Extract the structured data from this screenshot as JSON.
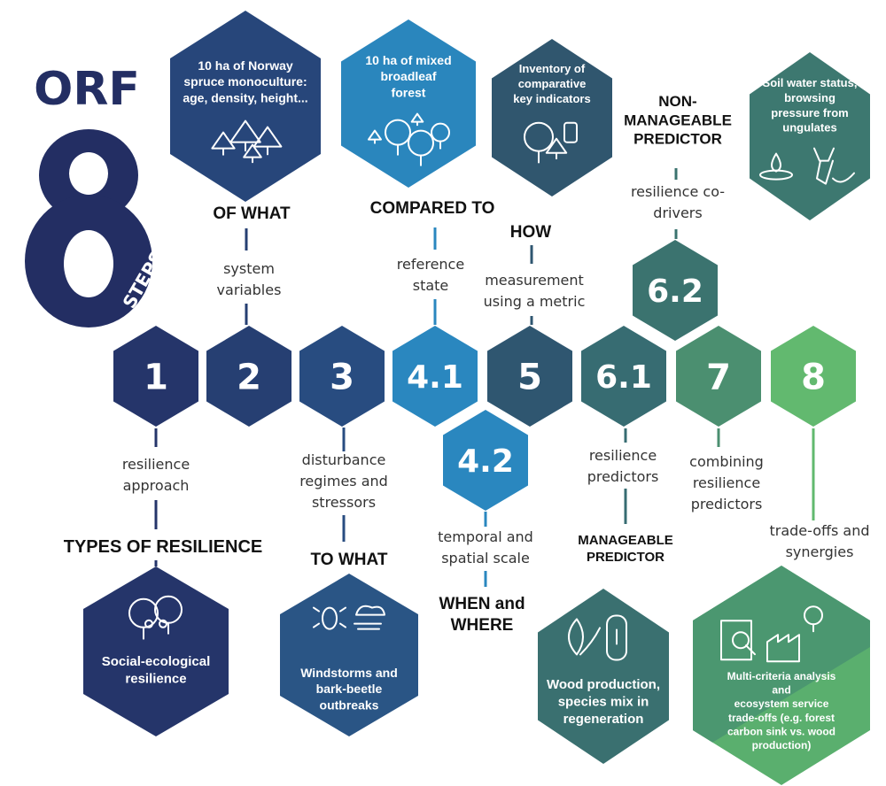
{
  "title": {
    "orf": "ORF",
    "eight": "8",
    "steps": "STEPS",
    "color": "#232e63"
  },
  "steps": [
    {
      "id": "1",
      "label": "1",
      "color": "#25356a",
      "desc": [
        "resilience",
        "approach"
      ],
      "heading": [
        "TYPES OF RESILIENCE"
      ],
      "box": [
        "Social-ecological",
        "resilience"
      ],
      "box_color": "#25356a",
      "icon": "people-trees-icon"
    },
    {
      "id": "2",
      "label": "2",
      "color": "#263f72",
      "desc": [
        "system",
        "variables"
      ],
      "heading": [
        "OF WHAT"
      ],
      "box": [
        "10 ha of Norway",
        "spruce monoculture:",
        "age, density, height..."
      ],
      "box_color": "#27467a",
      "icon": "conifer-trees-icon"
    },
    {
      "id": "3",
      "label": "3",
      "color": "#284c80",
      "desc": [
        "disturbance",
        "regimes and",
        "stressors"
      ],
      "heading": [
        "TO WHAT"
      ],
      "box": [
        "Windstorms and",
        "bark-beetle",
        "outbreaks"
      ],
      "box_color": "#2a5585",
      "icon": "beetle-wind-icon"
    },
    {
      "id": "4.1",
      "label": "4.1",
      "color": "#2a87bf",
      "desc": [
        "reference",
        "state"
      ],
      "heading": [
        "COMPARED TO"
      ],
      "box": [
        "10 ha of mixed",
        "broadleaf",
        "forest"
      ],
      "box_color": "#2a86bd",
      "icon": "broadleaf-trees-icon"
    },
    {
      "id": "4.2",
      "label": "4.2",
      "color": "#2a87bf",
      "desc": [
        "temporal and",
        "spatial scale"
      ],
      "heading": [
        "WHEN and",
        "WHERE"
      ]
    },
    {
      "id": "5",
      "label": "5",
      "color": "#2f5670",
      "desc": [
        "measurement",
        "using a metric"
      ],
      "heading": [
        "HOW"
      ],
      "box": [
        "Inventory of",
        "comparative",
        "key indicators"
      ],
      "box_color": "#30566e",
      "icon": "tree-glove-icon"
    },
    {
      "id": "6.1",
      "label": "6.1",
      "color": "#376c72",
      "desc": [
        "resilience",
        "predictors"
      ],
      "heading": [
        "MANAGEABLE",
        "PREDICTOR"
      ],
      "box": [
        "Wood production,",
        "species mix in",
        "regeneration"
      ],
      "box_color": "#3a7070",
      "icon": "leaf-log-icon"
    },
    {
      "id": "6.2",
      "label": "6.2",
      "color": "#3b736f",
      "desc": [
        "resilience co-",
        "drivers"
      ],
      "heading": [
        "NON-",
        "MANAGEABLE",
        "PREDICTOR"
      ],
      "box": [
        "Soil water status,",
        "browsing",
        "pressure from",
        "ungulates"
      ],
      "box_color": "#3d7870",
      "icon": "water-deer-icon"
    },
    {
      "id": "7",
      "label": "7",
      "color": "#4b8f70",
      "desc": [
        "combining",
        "resilience",
        "predictors"
      ]
    },
    {
      "id": "8",
      "label": "8",
      "color": "#62b96f",
      "desc": [
        "trade-offs and",
        "synergies"
      ],
      "box": [
        "Multi-criteria analysis",
        "and",
        "ecosystem service",
        "trade-offs (e.g. forest",
        "carbon sink vs. wood",
        "production)"
      ],
      "box_color": "#5aaf6e",
      "box_color2": "#4b9770",
      "icon": "document-search-factory-icon"
    }
  ]
}
